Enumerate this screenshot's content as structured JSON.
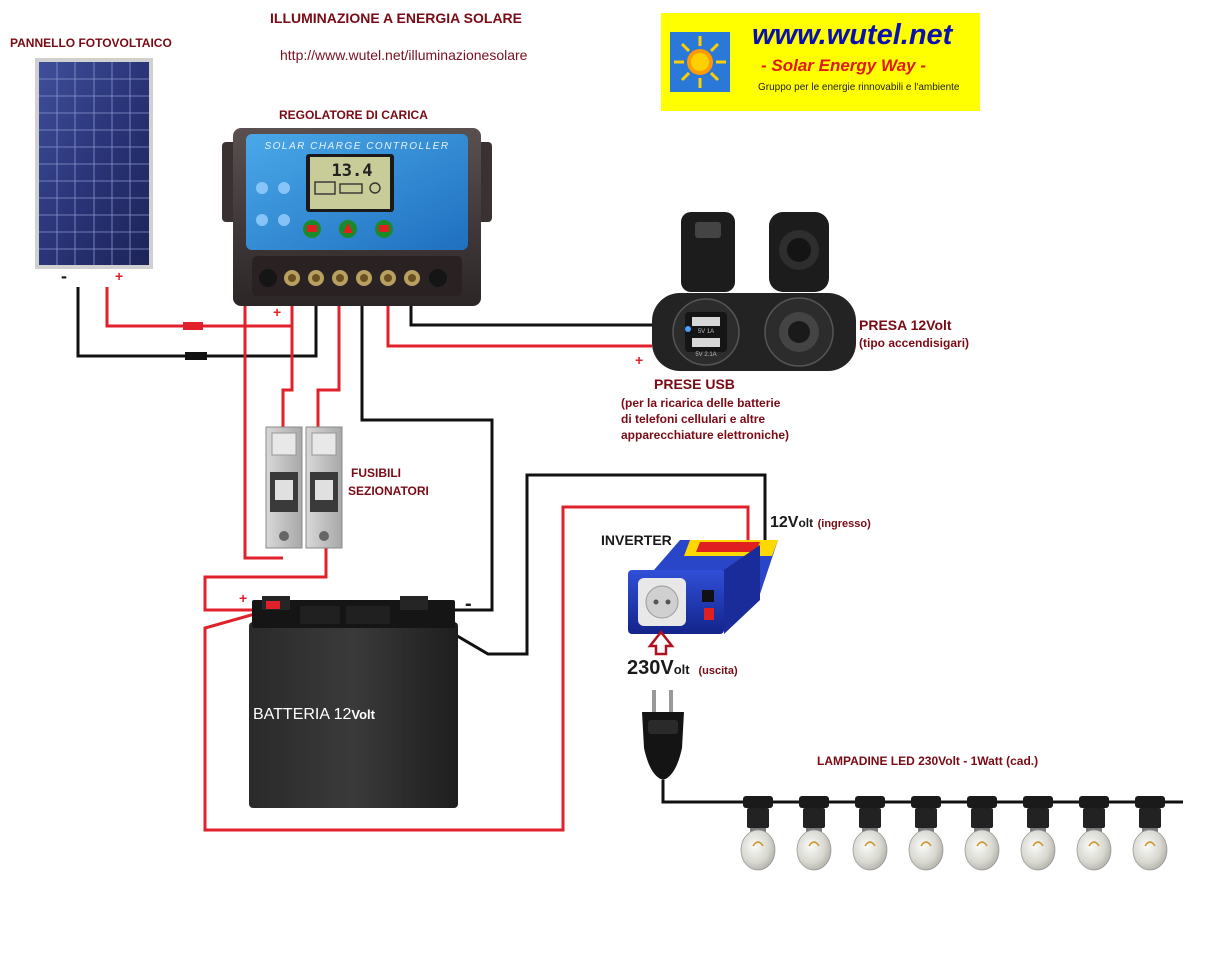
{
  "title": "ILLUMINAZIONE A ENERGIA SOLARE",
  "url": "http://www.wutel.net/illuminazionesolare",
  "logo": {
    "site": "www.wutel.net",
    "slogan": "- Solar Energy Way -",
    "tagline": "Gruppo per le energie rinnovabili e l'ambiente",
    "icon": "sun-icon"
  },
  "components": {
    "panel": {
      "label": "PANNELLO FOTOVOLTAICO",
      "minus": "-",
      "plus": "+"
    },
    "controller": {
      "label": "REGOLATORE DI CARICA",
      "header": "SOLAR CHARGE CONTROLLER",
      "display": "13.4",
      "plus": "+"
    },
    "socket": {
      "label": "PRESA 12Volt",
      "note": "(tipo accendisigari)"
    },
    "usb": {
      "label": "PRESE USB",
      "note_lines": [
        "(per la ricarica delle batterie",
        "di telefoni cellulari e altre",
        "apparecchiature elettroniche)"
      ],
      "plus": "+",
      "port_labels": [
        "5V 1A",
        "5V 2.1A"
      ]
    },
    "fuses": {
      "label_lines": [
        "FUSIBILI",
        "SEZIONATORI"
      ]
    },
    "battery": {
      "label": "BATTERIA 12",
      "label_sub": "Volt",
      "plus": "+",
      "minus": "-"
    },
    "inverter": {
      "label": "INVERTER",
      "input_main": "12V",
      "input_sub": "olt",
      "input_note": "(ingresso)",
      "output_main": "230V",
      "output_sub": "olt",
      "output_note": "(uscita)"
    },
    "lamps": {
      "label": "LAMPADINE LED 230Volt - 1Watt (cad.)",
      "count": 8
    }
  },
  "colors": {
    "wire_positive": "#e0202a",
    "wire_negative": "#111111",
    "label_text": "#7a0a14",
    "logo_bg": "#ffff00",
    "logo_url": "#0a10b0",
    "logo_slogan": "#e01818"
  }
}
